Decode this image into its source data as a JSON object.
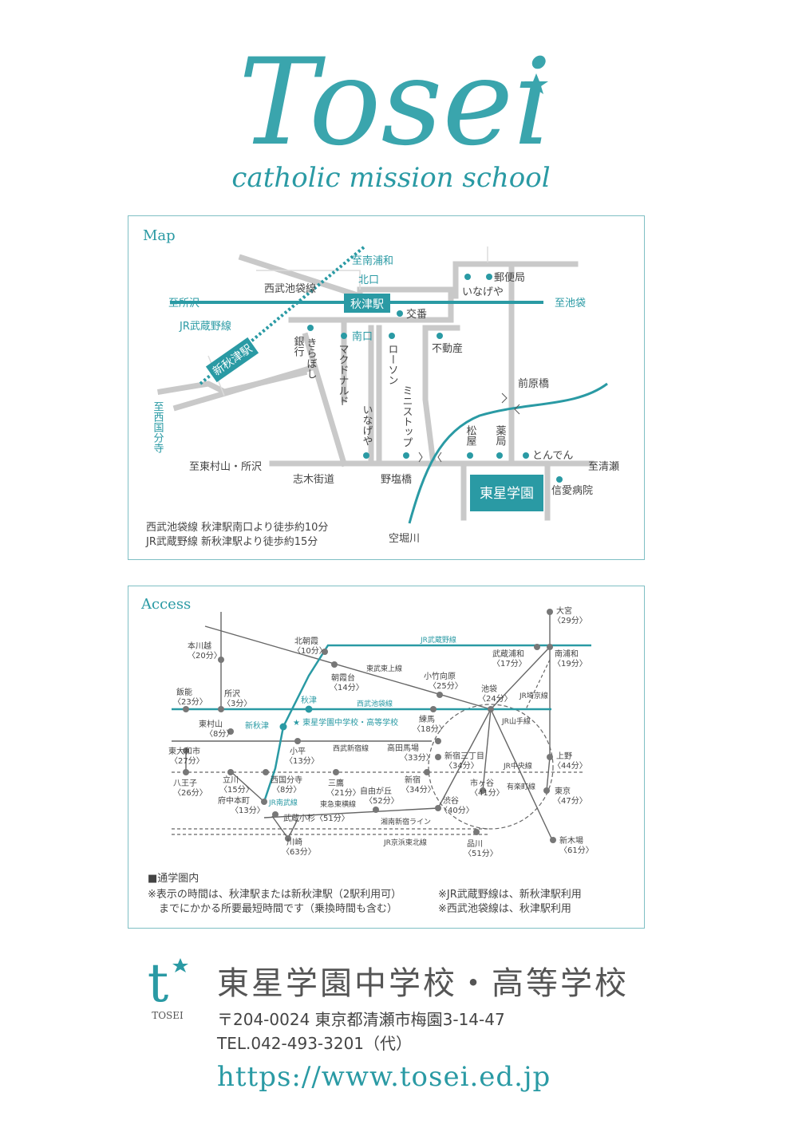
{
  "colors": {
    "teal": "#2a9aa4",
    "road": "#c8c8c8",
    "text": "#444444",
    "dark_teal": "#1f8a93"
  },
  "header": {
    "logo_text": "Tosei",
    "tagline": "catholic mission school",
    "logo_mark": "star-icon"
  },
  "map": {
    "title": "Map",
    "labels": {
      "to_minami_urawa": "至南浦和",
      "kitaguchi": "北口",
      "seibu_line": "西武池袋線",
      "to_tokorozawa": "至所沢",
      "akitsu_station": "秋津駅",
      "to_ikebukuro": "至池袋",
      "koban": "交番",
      "post_office": "郵便局",
      "inageya_top": "いなげや",
      "jr_musashino": "JR武蔵野線",
      "bank": "銀行",
      "kirabosi": "きらぼし",
      "minamiguchi": "南口",
      "mcdonalds": "マクドナルド",
      "lawson": "ローソン",
      "real_estate": "不動産",
      "shin_akitsu": "新秋津駅",
      "maehara_bridge": "前原橋",
      "to_nishikokubunji": "至西国分寺",
      "inageya_bottom": "いなげや",
      "ministop": "ミニストップ",
      "matsuya": "松屋",
      "pharmacy": "薬局",
      "tonden": "とんでん",
      "to_higashimurayama": "至東村山・所沢",
      "to_kiyose": "至清瀬",
      "shiki_kaido": "志木街道",
      "noshio_bridge": "野塩橋",
      "school": "東星学園",
      "shinai_hospital": "信愛病院",
      "karabori_river": "空堀川"
    },
    "notes": [
      "西武池袋線 秋津駅南口より徒歩約10分",
      "JR武蔵野線 新秋津駅より徒歩約15分"
    ]
  },
  "access": {
    "title": "Access",
    "stations": {
      "omiya": "大宮",
      "omiya_t": "〈29分〉",
      "honkawagoe": "本川越",
      "honkawagoe_t": "〈20分〉",
      "kitaasaka": "北朝霞",
      "kitaasaka_t": "〈10分〉",
      "musashiurawa": "武蔵浦和",
      "musashiurawa_t": "〈17分〉",
      "minamiurawa": "南浦和",
      "minamiurawa_t": "〈19分〉",
      "asakadai": "朝霞台",
      "asakadai_t": "〈14分〉",
      "kotakemukaihara": "小竹向原",
      "kotakemukaihara_t": "〈25分〉",
      "hanno": "飯能",
      "hanno_t": "〈23分〉",
      "tokorozawa": "所沢",
      "tokorozawa_t": "〈3分〉",
      "akitsu": "秋津",
      "ikebukuro": "池袋",
      "ikebukuro_t": "〈24分〉",
      "higashimurayama": "東村山",
      "higashimurayama_t": "〈8分〉",
      "shinakitsu": "新秋津",
      "school_label": "★ 東星学園中学校・高等学校",
      "nerima": "練馬",
      "nerima_t": "〈18分〉",
      "higashiyamato": "東大和市",
      "higashiyamato_t": "〈27分〉",
      "kodaira": "小平",
      "kodaira_t": "〈13分〉",
      "takadanobaba": "高田馬場",
      "takadanobaba_t": "〈33分〉",
      "shinjuku3": "新宿三丁目",
      "shinjuku3_t": "〈34分〉",
      "ueno": "上野",
      "ueno_t": "〈44分〉",
      "hachioji": "八王子",
      "hachioji_t": "〈26分〉",
      "tachikawa": "立川",
      "tachikawa_t": "〈15分〉",
      "nishikokubunji": "西国分寺",
      "nishikokubunji_t": "〈8分〉",
      "mitaka": "三鷹",
      "mitaka_t": "〈21分〉",
      "jiyugaoka": "自由が丘",
      "jiyugaoka_t": "〈52分〉",
      "shinjuku": "新宿",
      "shinjuku_t": "〈34分〉",
      "ichigaya": "市ヶ谷",
      "ichigaya_t": "〈41分〉",
      "tokyo": "東京",
      "tokyo_t": "〈47分〉",
      "fuchuhonmachi": "府中本町",
      "fuchuhonmachi_t": "〈13分〉",
      "shibuya": "渋谷",
      "shibuya_t": "〈40分〉",
      "musashikosugi": "武蔵小杉〈51分〉",
      "shinkiba": "新木場",
      "shinkiba_t": "〈61分〉",
      "kawasaki": "川崎",
      "kawasaki_t": "〈63分〉",
      "shinagawa": "品川",
      "shinagawa_t": "〈51分〉"
    },
    "lines": {
      "jr_musashino": "JR武蔵野線",
      "tobu_tojo": "東武東上線",
      "seibu_ikebukuro": "西武池袋線",
      "jr_saikyo": "JR埼京線",
      "jr_yamanote": "JR山手線",
      "seibu_shinjuku": "西武新宿線",
      "jr_chuo": "JR中央線",
      "yurakucho": "有楽町線",
      "tokyu_toyoko": "東急東横線",
      "jr_nambu": "JR南武線",
      "shonan_shinjuku": "湘南新宿ライン",
      "jr_keihin": "JR京浜東北線"
    },
    "notes": {
      "heading": "■通学圏内",
      "line1a": "※表示の時間は、秋津駅または新秋津駅（2駅利用可）",
      "line1b": "※JR武蔵野線は、新秋津駅利用",
      "line2a": "までにかかる所要最短時間です（乗換時間も含む）",
      "line2b": "※西武池袋線は、秋津駅利用"
    }
  },
  "footer": {
    "mark_letter": "t",
    "mark_caption": "TOSEI",
    "school_name": "東星学園中学校・高等学校",
    "address": "〒204-0024 東京都清瀬市梅園3-14-47",
    "tel": "TEL.042-493-3201（代）",
    "url": "https://www.tosei.ed.jp"
  }
}
